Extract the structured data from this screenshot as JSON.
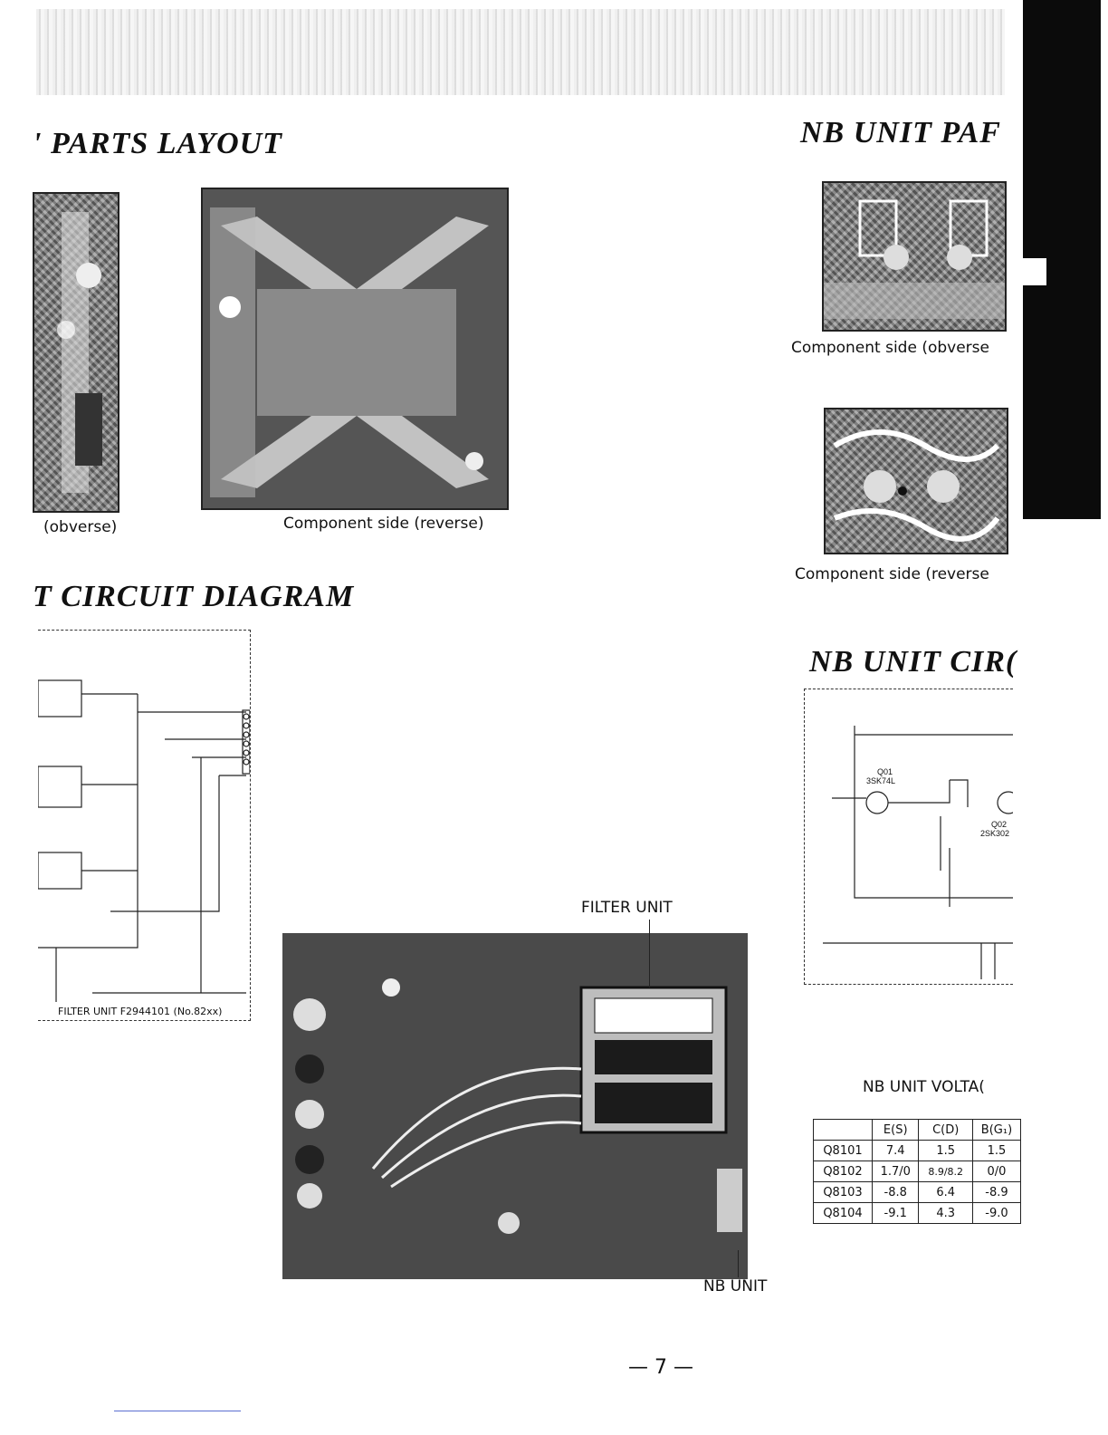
{
  "headings": {
    "parts_layout": "' PARTS LAYOUT",
    "nb_parts": "NB UNIT PAF",
    "circuit_diagram": "T CIRCUIT DIAGRAM",
    "nb_circuit": "NB UNIT CIR("
  },
  "captions": {
    "left_obverse": "(obverse)",
    "left_reverse": "Component side (reverse)",
    "nb_obverse": "Component side (obverse",
    "nb_reverse": "Component side (reverse"
  },
  "schematic": {
    "footer": "FILTER UNIT  F2944101  (No.82xx)",
    "nb_q01": "Q01",
    "nb_q01_part": "3SK74L",
    "nb_q02": "Q02",
    "nb_q02_part": "2SK302"
  },
  "board_labels": {
    "filter_unit": "FILTER UNIT",
    "nb_unit": "NB UNIT"
  },
  "voltage_table": {
    "title": "NB UNIT VOLTA(",
    "headers": [
      "",
      "E(S)",
      "C(D)",
      "B(G₁)"
    ],
    "rows": [
      [
        "Q8101",
        "7.4",
        "1.5",
        "1.5"
      ],
      [
        "Q8102",
        "1.7/0",
        "8.9/8.2",
        "0/0"
      ],
      [
        "Q8103",
        "-8.8",
        "6.4",
        "-8.9"
      ],
      [
        "Q8104",
        "-9.1",
        "4.3",
        "-9.0"
      ]
    ]
  },
  "page_number": "— 7 —"
}
